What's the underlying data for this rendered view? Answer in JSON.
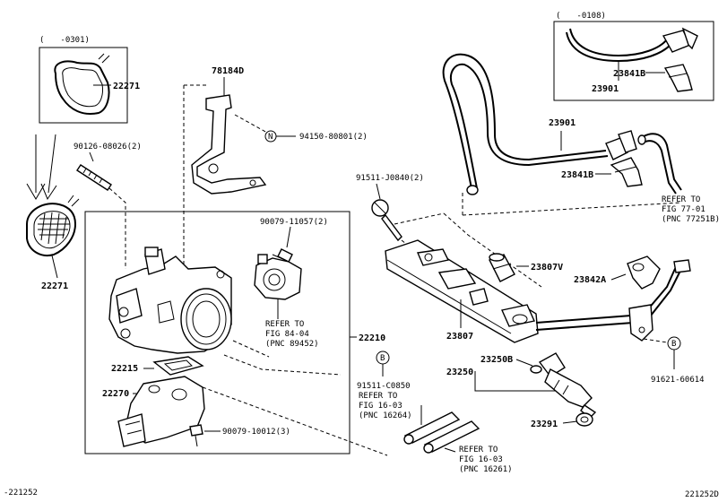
{
  "callouts": {
    "p22271_top": "22271",
    "p22271_bottom": "22271",
    "p78184D": "78184D",
    "p94150": "94150-80801(2)",
    "p90126": "90126-08026(2)",
    "p90079_11057": "90079-11057(2)",
    "p22210": "22210",
    "p22215": "22215",
    "p22270": "22270",
    "p90079_10012": "90079-10012(3)",
    "p91511_J0840": "91511-J0840(2)",
    "p91511_C0850": "91511-C0850",
    "p23807V": "23807V",
    "p23807": "23807",
    "p23842A": "23842A",
    "p23250B": "23250B",
    "p23250": "23250",
    "p23291": "23291",
    "p91621": "91621-60614",
    "p23901_top": "23901",
    "p23841B_top": "23841B",
    "p23901_mid": "23901",
    "p23841B_mid": "23841B"
  },
  "notes": {
    "date_0301": "(　　-0301)",
    "date_0108": "(　　-0108)",
    "refer_84_l1": "REFER TO",
    "refer_84_l2": "FIG 84-04",
    "refer_84_l3": "(PNC 89452)",
    "refer_77_l1": "REFER TO",
    "refer_77_l2": "FIG 77-01",
    "refer_77_l3": "(PNC 77251B)",
    "refer_16a_l1": "REFER TO",
    "refer_16a_l2": "FIG 16-03",
    "refer_16a_l3": "(PNC 16264)",
    "refer_16b_l1": "REFER TO",
    "refer_16b_l2": "FIG 16-03",
    "refer_16b_l3": "(PNC 16261)"
  },
  "markers": {
    "n_symbol": "N",
    "b_symbol_1": "B",
    "b_symbol_2": "B"
  },
  "footer": {
    "left_code": "-221252",
    "right_code": "221252D"
  }
}
